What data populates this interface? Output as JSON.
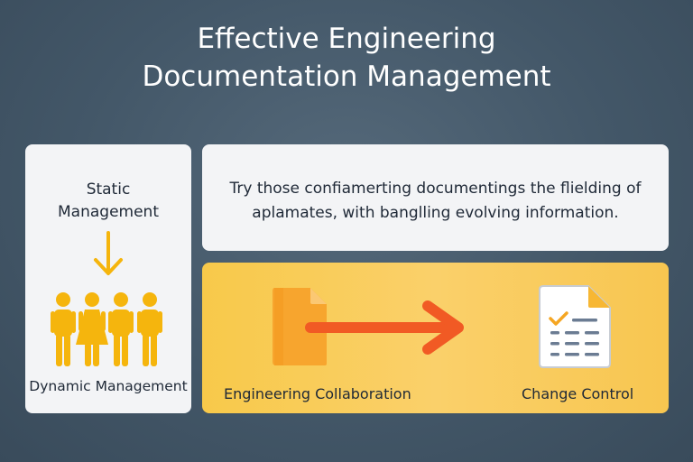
{
  "title": {
    "line1": "Effective Engineering",
    "line2": "Documentation Management"
  },
  "left_panel": {
    "static_line1": "Static",
    "static_line2": "Management",
    "dynamic_label": "Dynamic Management",
    "arrow_icon": "arrow-down-icon",
    "people_icon": "people-group-icon"
  },
  "top_panel": {
    "line1": "Try those confiamerting documentings the flielding of",
    "line2": "aplamates, with banglling evolving information."
  },
  "bottom_panel": {
    "left_label": "Engineering Collaboration",
    "right_label": "Change Control",
    "left_icon": "document-icon",
    "arrow_icon": "arrow-right-icon",
    "right_icon": "checklist-document-icon"
  },
  "colors": {
    "background": "#435768",
    "panel": "#f3f4f6",
    "highlight_panel": "#f8c94a",
    "people": "#f5b50d",
    "arrow": "#f15a24",
    "text": "#1f2937"
  }
}
